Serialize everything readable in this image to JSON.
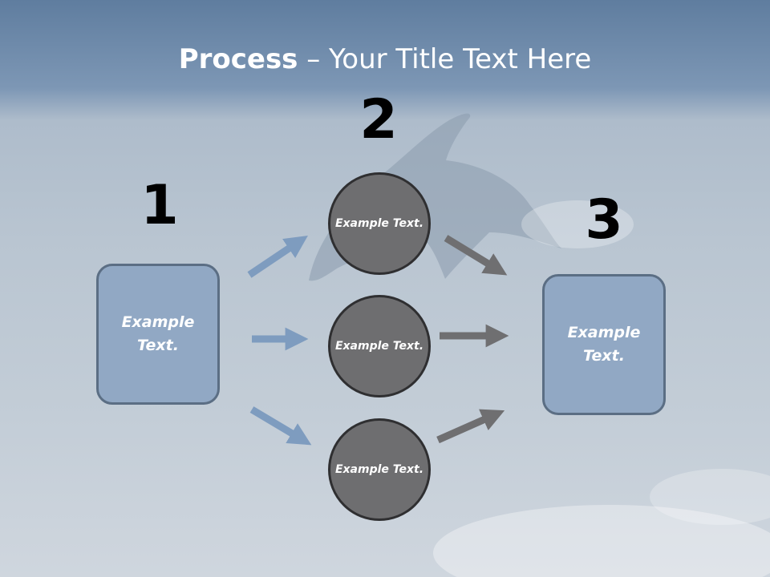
{
  "title": {
    "bold": "Process",
    "rest": " – Your Title Text Here"
  },
  "steps": {
    "one": {
      "number": "1",
      "text": "Example Text."
    },
    "two": {
      "number": "2"
    },
    "three": {
      "number": "3",
      "text": "Example Text."
    }
  },
  "circles": [
    {
      "text": "Example Text."
    },
    {
      "text": "Example Text."
    },
    {
      "text": "Example Text."
    }
  ],
  "colors": {
    "box_fill": "#91a8c4",
    "box_border": "#5b6e84",
    "circle_fill": "#6e6e70",
    "circle_border": "#2f2f31",
    "arrow_blue": "#7e9cbf",
    "arrow_gray": "#6f6f71"
  }
}
